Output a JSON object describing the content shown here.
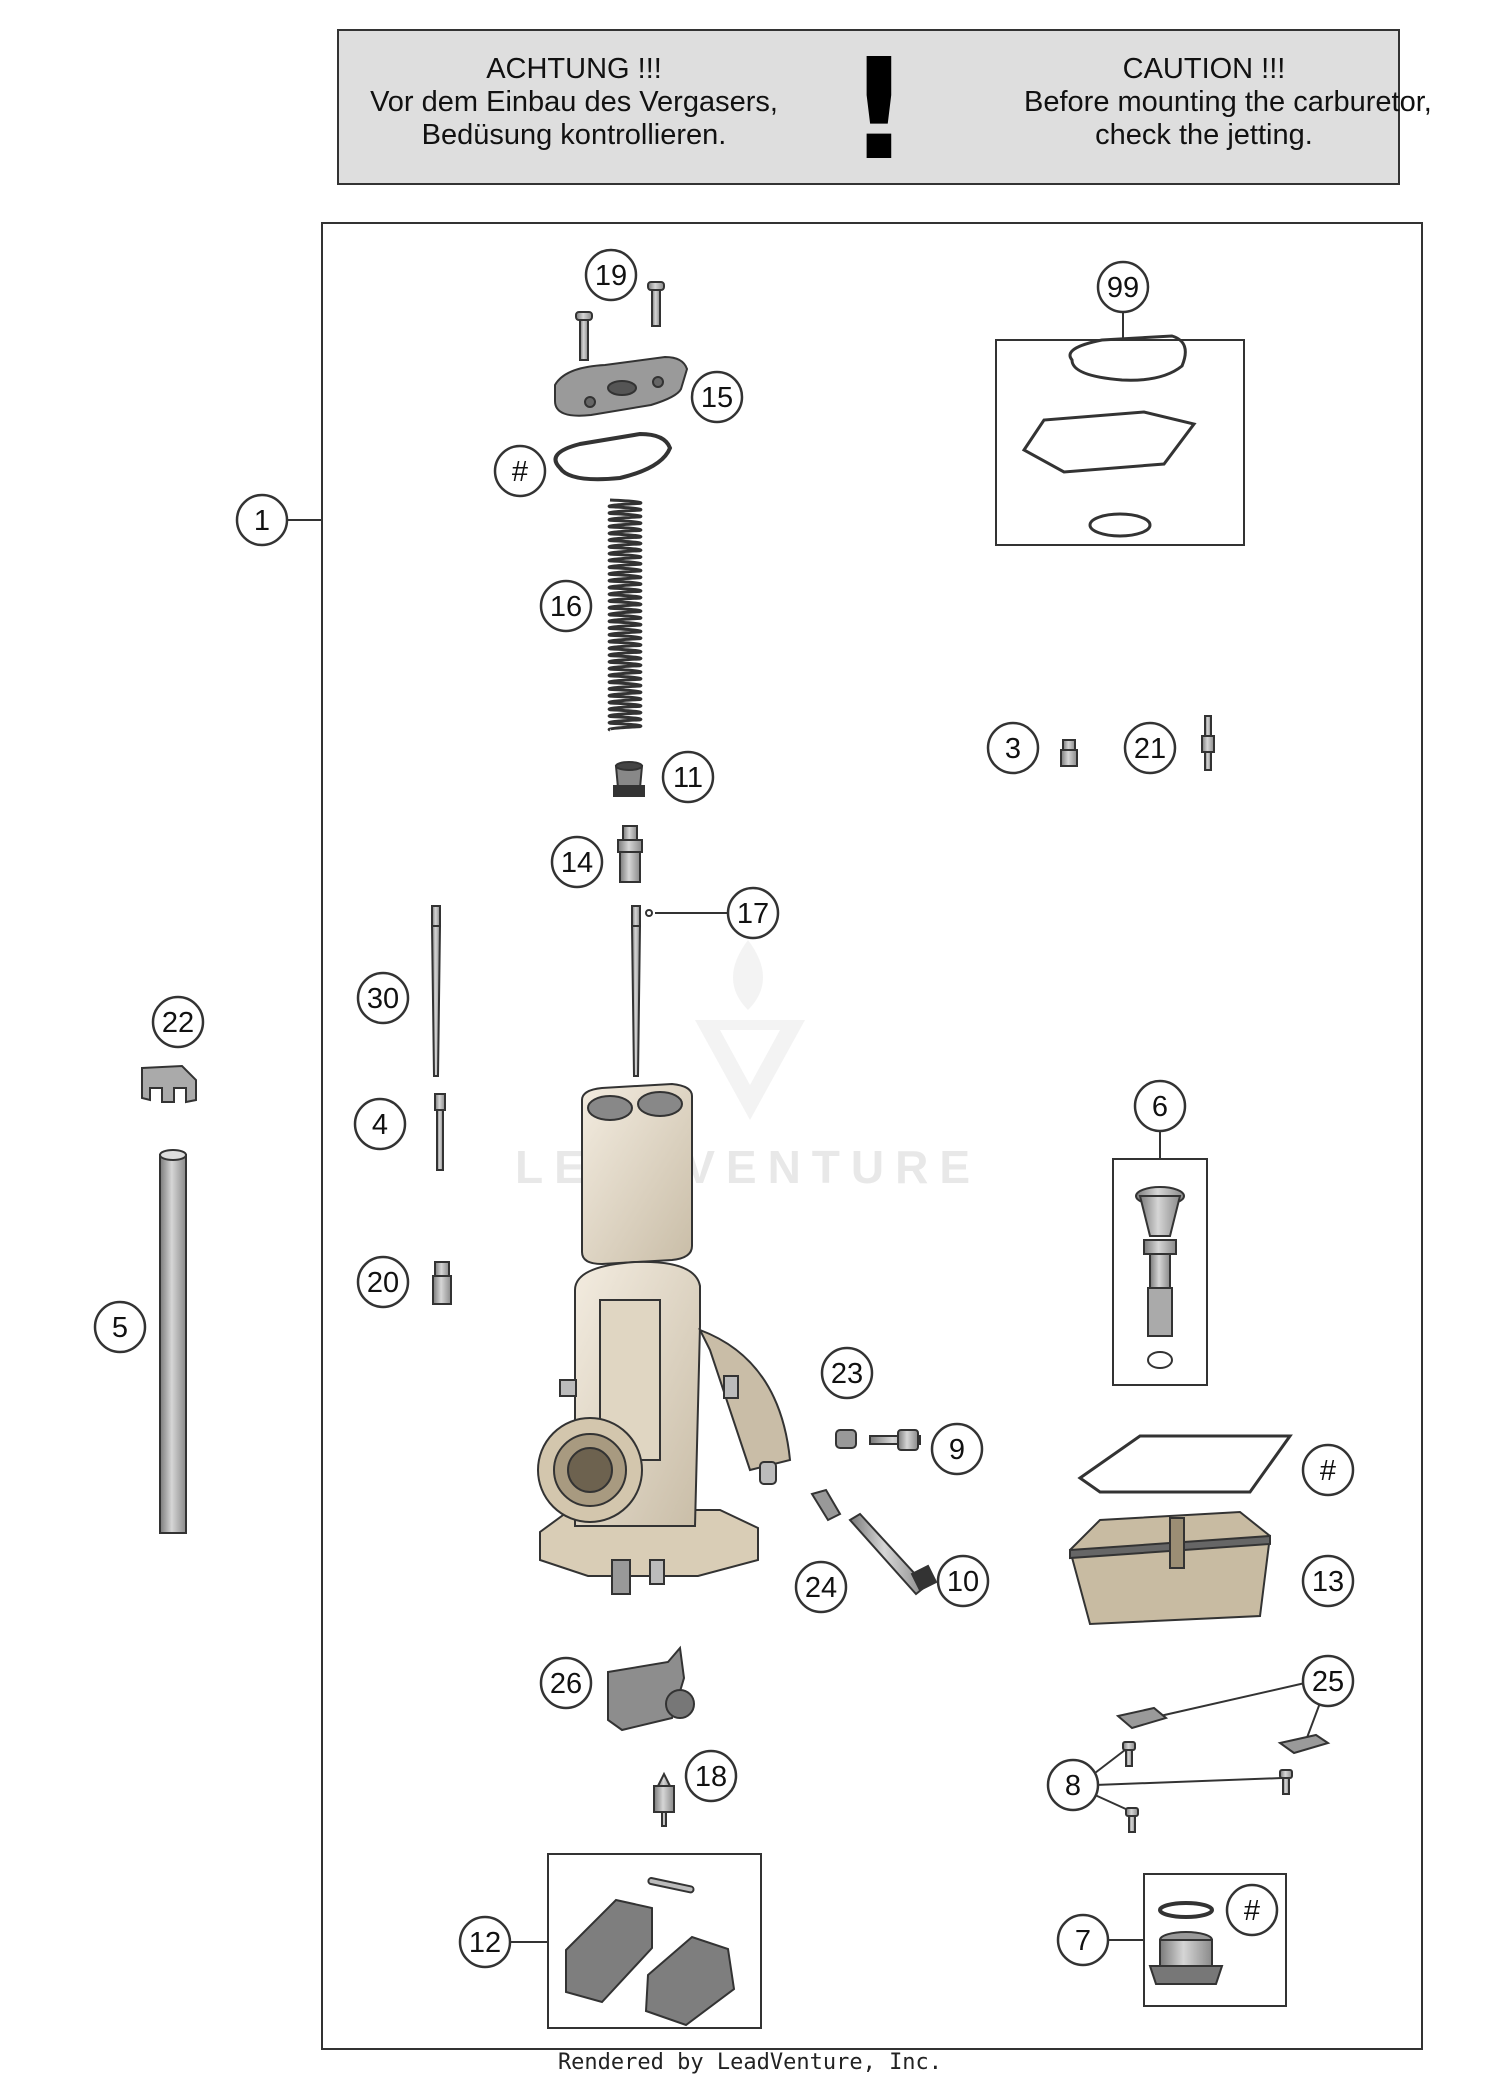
{
  "warning": {
    "de_title": "ACHTUNG !!!",
    "de_line1": "Vor dem Einbau des Vergasers,",
    "de_line2": "Bedüsung kontrollieren.",
    "mark": "!",
    "en_title": "CAUTION !!!",
    "en_line1": "Before mounting the carburetor,",
    "en_line2": "check the jetting."
  },
  "callouts": {
    "c1": "1",
    "c3": "3",
    "c4": "4",
    "c5": "5",
    "c6": "6",
    "c7": "7",
    "c8": "8",
    "c9": "9",
    "c10": "10",
    "c11": "11",
    "c12": "12",
    "c13": "13",
    "c14": "14",
    "c15": "15",
    "c16": "16",
    "c17": "17",
    "c18": "18",
    "c19": "19",
    "c20": "20",
    "c21": "21",
    "c22": "22",
    "c23": "23",
    "c24": "24",
    "c25": "25",
    "c26": "26",
    "c30": "30",
    "c99": "99",
    "hash_top": "#",
    "hash_right": "#",
    "hash_bottom": "#"
  },
  "watermark": "LEADVENTURE",
  "footer": "Rendered by LeadVenture, Inc."
}
